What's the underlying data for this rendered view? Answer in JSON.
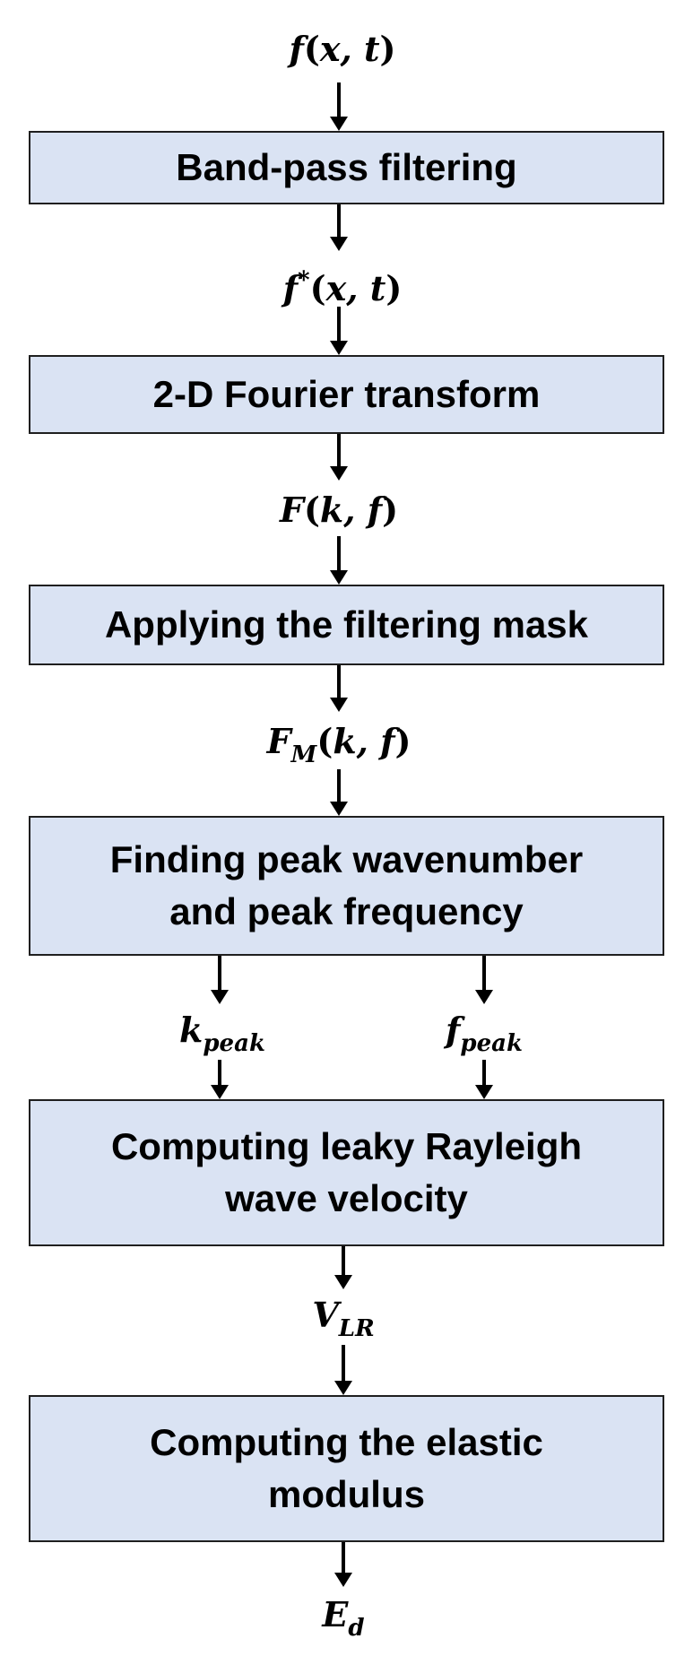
{
  "diagram": {
    "boxes": [
      {
        "id": "band-pass-box",
        "label": "Band-pass filtering"
      },
      {
        "id": "fourier-box",
        "label": "2-D Fourier transform"
      },
      {
        "id": "mask-box",
        "label": "Applying the filtering mask"
      },
      {
        "id": "peak-box",
        "label": "Finding peak wavenumber\nand peak frequency"
      },
      {
        "id": "velocity-box",
        "label": "Computing leaky Rayleigh\nwave velocity"
      },
      {
        "id": "modulus-box",
        "label": "Computing the elastic\nmodulus"
      }
    ],
    "signals": {
      "input": {
        "base": "f",
        "args": "x, t"
      },
      "filtered": {
        "base": "f",
        "sup": "*",
        "args": "x, t"
      },
      "spectrum": {
        "base": "F",
        "args": "k, f"
      },
      "masked": {
        "base": "F",
        "sub": "M",
        "args": "k, f"
      },
      "k_peak": {
        "base": "k",
        "sub": "peak"
      },
      "f_peak": {
        "base": "f",
        "sub": "peak"
      },
      "velocity": {
        "base": "V",
        "sub": "LR"
      },
      "output": {
        "base": "E",
        "sub": "d"
      }
    }
  }
}
